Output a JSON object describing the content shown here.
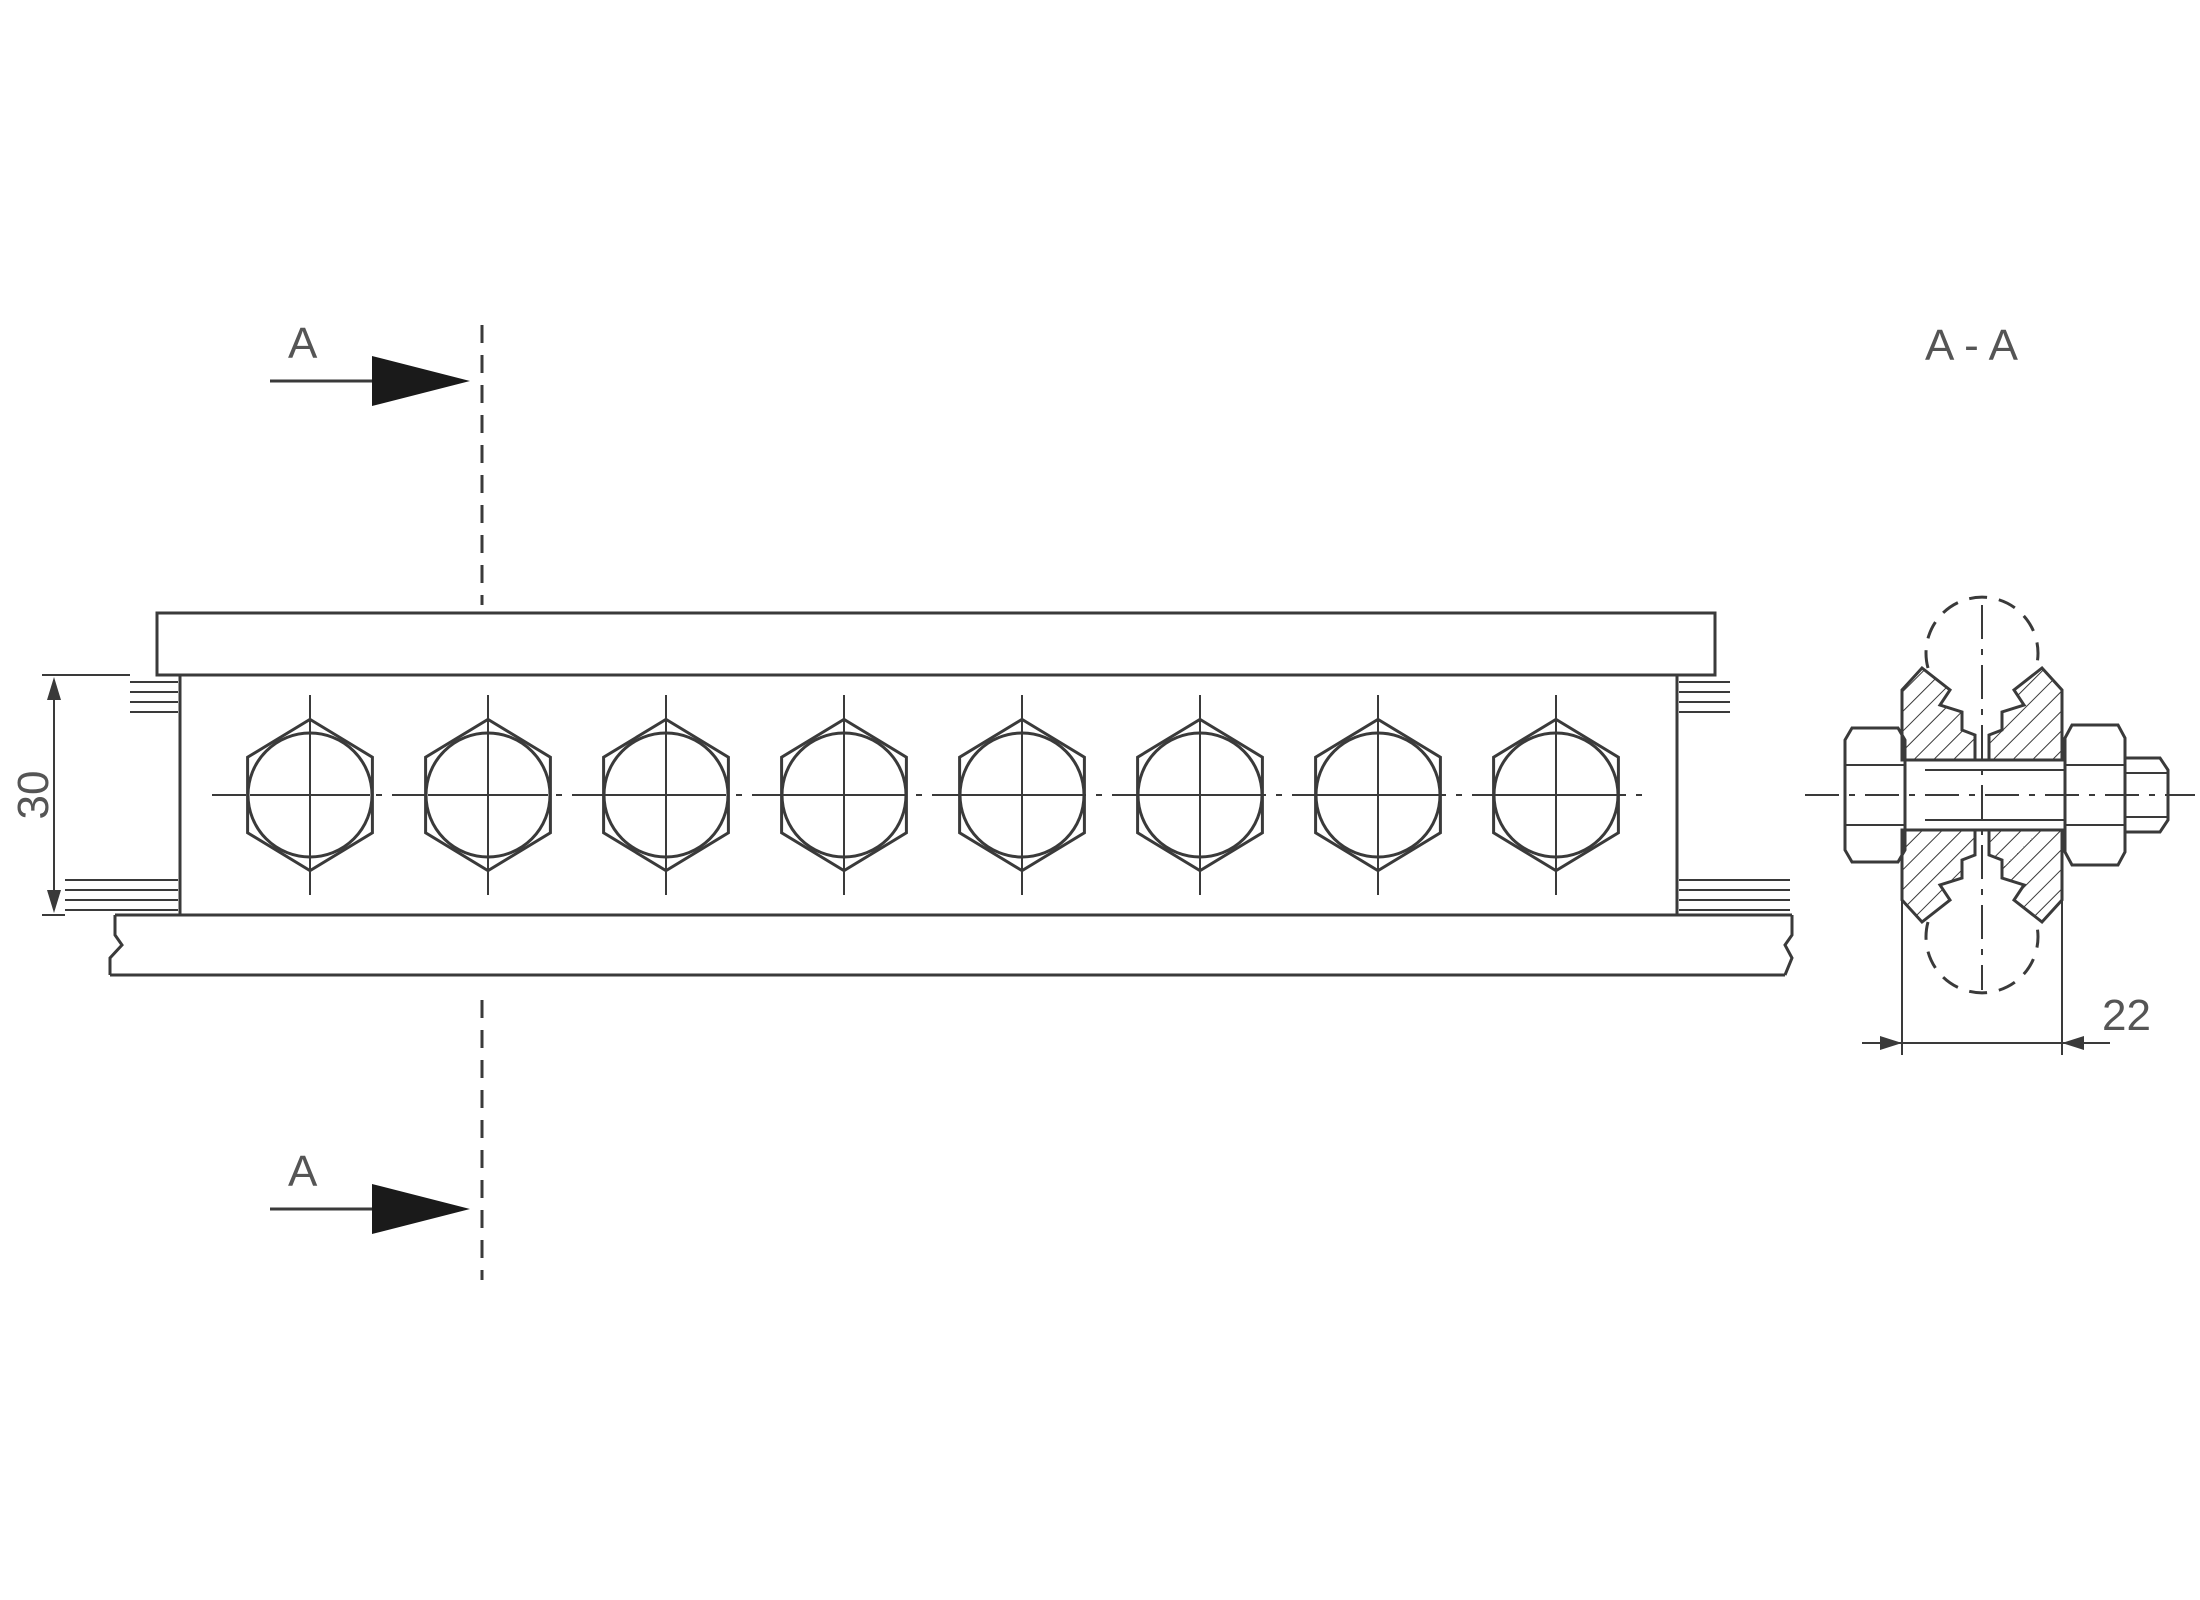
{
  "section": {
    "arrow_label_top": "A",
    "arrow_label_bottom": "A",
    "view_title": "A - A"
  },
  "dimensions": {
    "height_label": "30",
    "width_label": "22"
  },
  "bolt_count": 8,
  "colors": {
    "line": "#3a3a3a",
    "text": "#555555",
    "hatch": "#3a3a3a"
  }
}
